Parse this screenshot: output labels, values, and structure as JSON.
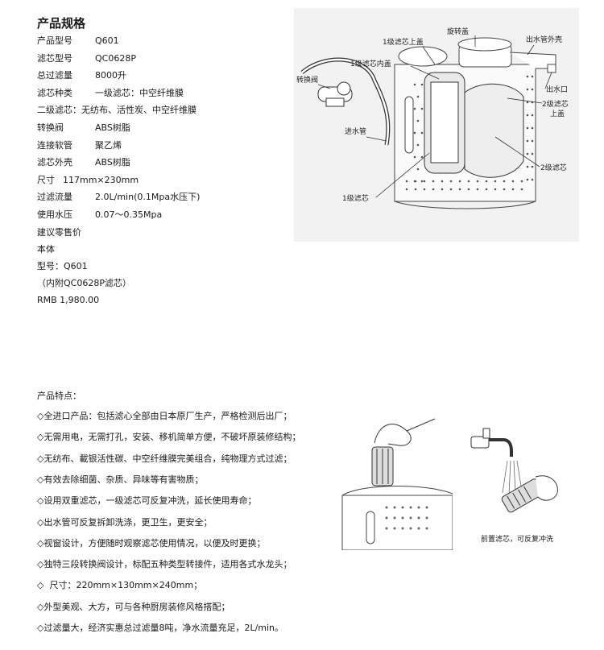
{
  "spec_title": "产品规格",
  "specs": [
    {
      "label": "产品型号",
      "value": "Q601"
    },
    {
      "label": "滤芯型号",
      "value": "QC0628P"
    },
    {
      "label": "总过滤量",
      "value": "8000升"
    },
    {
      "label": "滤芯种类",
      "value": "一级滤芯：中空纤维膜"
    },
    {
      "label": "二级滤芯：",
      "value": "无纺布、活性炭、中空纤维膜"
    },
    {
      "label": "转换阀",
      "value": "ABS树脂"
    },
    {
      "label": "连接软管",
      "value": "聚乙烯"
    },
    {
      "label": "滤芯外壳",
      "value": "ABS树脂"
    },
    {
      "label": "尺寸",
      "value": "117mm×230mm"
    },
    {
      "label": "过滤流量",
      "value": "2.0L/min(0.1Mpa水压下)"
    },
    {
      "label": "使用水压",
      "value": "0.07～0.35Mpa"
    }
  ],
  "price_lines": [
    "建议零售价",
    "本体",
    "型号：Q601",
    "（内附QC0628P滤芯）",
    "RMB 1,980.00"
  ],
  "diagram_labels": {
    "rotary_cap": "旋转盖",
    "filter1_top_cap": "1级滤芯上盖",
    "filter1_inner_cap": "1级滤芯内盖",
    "outlet_shell": "出水管外壳",
    "switch_valve": "转换阀",
    "outlet": "出水口",
    "filter2_top_cap_1": "2级滤芯",
    "filter2_top_cap_2": "上盖",
    "inlet_pipe": "进水管",
    "filter2": "2级滤芯",
    "filter1": "1级滤芯"
  },
  "features_title": "产品特点：",
  "features": [
    "◇全进口产品：包括滤心全部由日本原厂生产，严格检测后出厂；",
    "◇无需用电，无需打孔，安装、移机简单方便，不破坏原装修结构；",
    "◇无纺布、載银活性碳、中空纤维膜完美组合，纯物理方式过滤；",
    "◇有效去除细菌、杂质、异味等有害物质；",
    "◇设用双重滤芯，一级滤芯可反复冲洗，延长使用寿命；",
    "◇出水管可反复拆卸洗涤，更卫生，更安全；",
    "◇视窗设计，方便随时观察滤芯使用情况，以便及时更换；",
    "◇独特三段转换阀设计，标配五种类型转接件，适用各式水龙头；",
    "◇  尺寸：220mm×130mm×240mm；",
    "◇外型美观、大方，可与各种厨房装修风格搭配；",
    "◇过滤量大，经济实惠总过滤量8吨，净水流量充足，2L/min。"
  ],
  "caption": "前置滤芯，可反复冲洗"
}
